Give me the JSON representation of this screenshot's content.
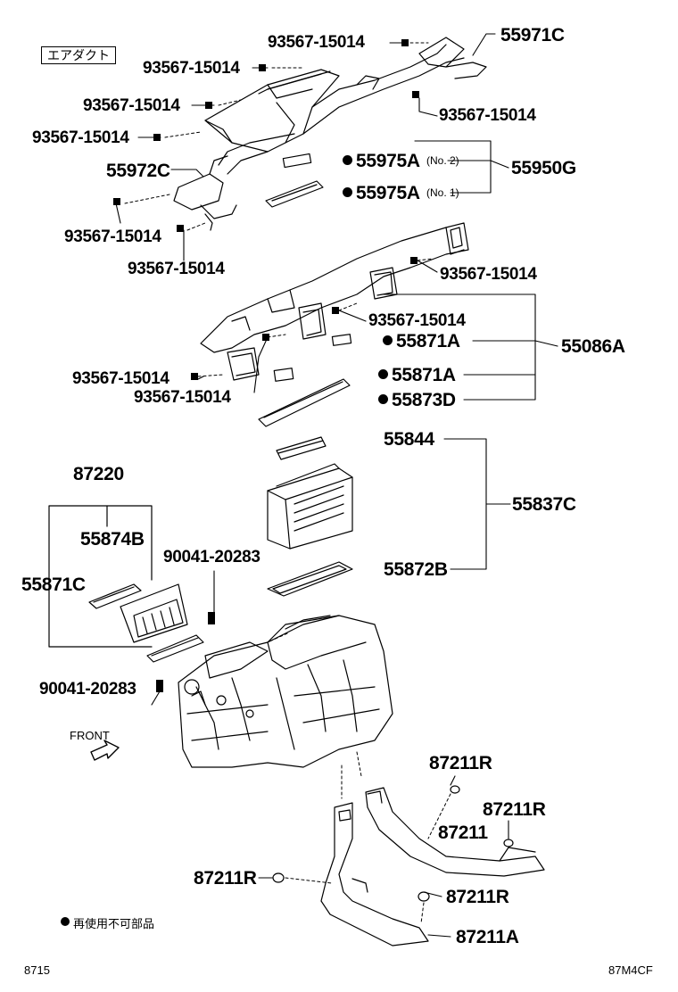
{
  "header": {
    "category_label": "エアダクト"
  },
  "labels": {
    "p93567_a": "93567-15014",
    "p93567_b": "93567-15014",
    "p93567_c": "93567-15014",
    "p93567_d": "93567-15014",
    "p93567_e": "93567-15014",
    "p93567_f": "93567-15014",
    "p93567_g": "93567-15014",
    "p93567_h": "93567-15014",
    "p93567_i": "93567-15014",
    "p93567_j": "93567-15014",
    "p93567_k": "93567-15014",
    "p55971C": "55971C",
    "p55972C": "55972C",
    "p55975A_no2": "55975A",
    "note_no2": "(No. 2)",
    "p55975A_no1": "55975A",
    "note_no1": "(No. 1)",
    "p55950G": "55950G",
    "p55871A_1": "55871A",
    "p55871A_2": "55871A",
    "p55873D": "55873D",
    "p55086A": "55086A",
    "p55844": "55844",
    "p55837C": "55837C",
    "p55872B": "55872B",
    "p87220": "87220",
    "p55874B": "55874B",
    "p55871C": "55871C",
    "p90041_a": "90041-20283",
    "p90041_b": "90041-20283",
    "front": "FRONT",
    "p87211R_a": "87211R",
    "p87211R_b": "87211R",
    "p87211": "87211",
    "p87211R_c": "87211R",
    "p87211R_d": "87211R",
    "p87211A": "87211A",
    "legend_text": "再使用不可部品",
    "footer_left": "8715",
    "footer_right": "87M4CF"
  }
}
